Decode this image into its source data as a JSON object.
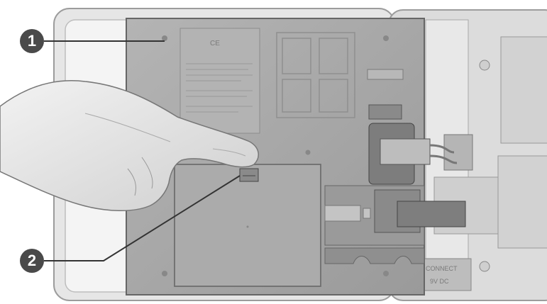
{
  "callouts": [
    {
      "number": "1"
    },
    {
      "number": "2"
    }
  ],
  "panel_labels": {
    "connect": "CONNECT",
    "voltage": "9V DC",
    "cert_marks": [
      "CE"
    ]
  },
  "colors": {
    "panel": "#a8a8a8",
    "cabinet": "#dcdcdc",
    "callout": "#4a4a4a"
  }
}
